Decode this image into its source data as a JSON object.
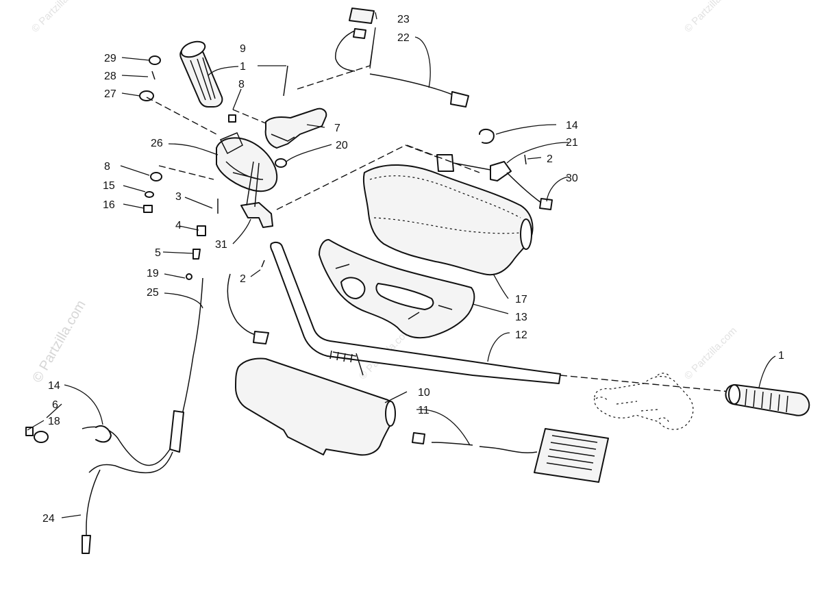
{
  "watermark": {
    "main": "© Partzilla.com",
    "tile": "© Partzilla.com"
  },
  "callouts": {
    "c1_left": "1",
    "c1_right": "1",
    "c2_wire": "2",
    "c2_screw": "2",
    "c3": "3",
    "c4": "4",
    "c5": "5",
    "c6": "6",
    "c7": "7",
    "c8_top": "8",
    "c8_left": "8",
    "c9": "9",
    "c10": "10",
    "c11": "11",
    "c12": "12",
    "c13": "13",
    "c14_top": "14",
    "c14_left": "14",
    "c15": "15",
    "c16": "16",
    "c17": "17",
    "c18": "18",
    "c19": "19",
    "c20": "20",
    "c21": "21",
    "c22": "22",
    "c23": "23",
    "c24": "24",
    "c25": "25",
    "c26": "26",
    "c27": "27",
    "c28": "28",
    "c29": "29",
    "c30": "30",
    "c31": "31"
  }
}
